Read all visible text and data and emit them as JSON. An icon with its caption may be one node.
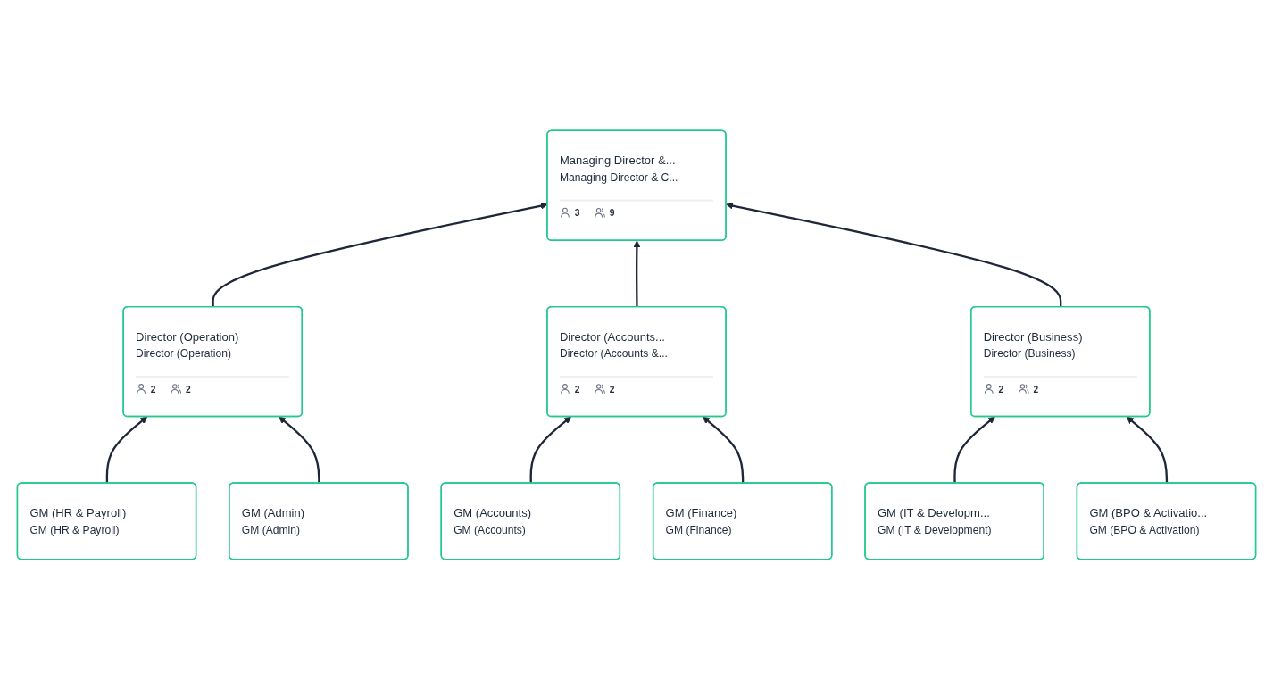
{
  "diagram": {
    "nodes": [
      {
        "text": [
          "Managing Director &...",
          "Managing Director & C...",
          "3",
          "9"
        ]
      },
      {
        "text": [
          "Director (Operation)",
          "Director (Operation)",
          "2",
          "2"
        ]
      },
      {
        "text": [
          "Director (Accounts...",
          "Director (Accounts &...",
          "2",
          "2"
        ]
      },
      {
        "text": [
          "Director (Business)",
          "Director (Business)",
          "2",
          "2"
        ]
      },
      {
        "text": [
          "GM (HR & Payroll)",
          "GM (HR & Payroll)"
        ]
      },
      {
        "text": [
          "GM (Accounts)",
          "GM (Accounts)"
        ]
      },
      {
        "text": [
          "GM (IT & Developm...",
          "GM (IT & Development)"
        ]
      },
      {
        "text": [
          "GM (Admin)",
          "GM (Admin)"
        ]
      },
      {
        "text": [
          "GM (Finance)",
          "GM (Finance)"
        ]
      },
      {
        "text": [
          "GM (BPO & Activatio...",
          "GM (BPO & Activation)"
        ]
      }
    ],
    "edges": [
      {
        "from": 1,
        "to": 0,
        "arrow": "to"
      },
      {
        "from": 2,
        "to": 0,
        "arrow": "to"
      },
      {
        "from": 3,
        "to": 0,
        "arrow": "to"
      },
      {
        "from": 4,
        "to": 1,
        "arrow": "to"
      },
      {
        "from": 7,
        "to": 1,
        "arrow": "to"
      },
      {
        "from": 5,
        "to": 2,
        "arrow": "to"
      },
      {
        "from": 8,
        "to": 2,
        "arrow": "to"
      },
      {
        "from": 6,
        "to": 3,
        "arrow": "to"
      },
      {
        "from": 9,
        "to": 3,
        "arrow": "to"
      }
    ]
  }
}
